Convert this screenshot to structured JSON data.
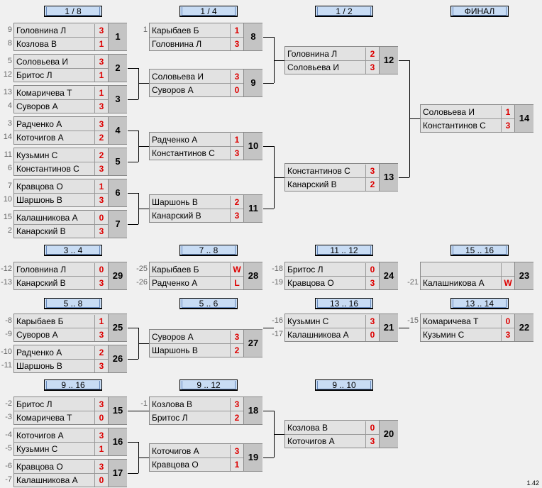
{
  "titles": [
    "1 / 8",
    "1 / 4",
    "1 / 2",
    "ФИНАЛ",
    "3 .. 4",
    "7 .. 8",
    "11 .. 12",
    "15 .. 16",
    "5 .. 8",
    "5 .. 6",
    "13 .. 16",
    "13 .. 14",
    "9 .. 16",
    "9 .. 12",
    "9 .. 10"
  ],
  "matches": [
    {
      "num": "1",
      "p1": "Головнина Л",
      "s1": "3",
      "p2": "Козлова В",
      "s2": "1",
      "seed1": "9",
      "seed2": "8"
    },
    {
      "num": "2",
      "p1": "Соловьева И",
      "s1": "3",
      "p2": "Бритос Л",
      "s2": "1",
      "seed1": "5",
      "seed2": "12"
    },
    {
      "num": "3",
      "p1": "Комаричева Т",
      "s1": "1",
      "p2": "Суворов А",
      "s2": "3",
      "seed1": "13",
      "seed2": "4"
    },
    {
      "num": "4",
      "p1": "Радченко А",
      "s1": "3",
      "p2": "Коточигов А",
      "s2": "2",
      "seed1": "3",
      "seed2": "14"
    },
    {
      "num": "5",
      "p1": "Кузьмин С",
      "s1": "2",
      "p2": "Константинов С",
      "s2": "3",
      "seed1": "11",
      "seed2": "6"
    },
    {
      "num": "6",
      "p1": "Кравцова О",
      "s1": "1",
      "p2": "Шаршонь В",
      "s2": "3",
      "seed1": "7",
      "seed2": "10"
    },
    {
      "num": "7",
      "p1": "Калашникова А",
      "s1": "0",
      "p2": "Канарский В",
      "s2": "3",
      "seed1": "15",
      "seed2": "2"
    },
    {
      "num": "8",
      "p1": "Карыбаев Б",
      "s1": "1",
      "p2": "Головнина Л",
      "s2": "3",
      "seed1": "1",
      "seed2": ""
    },
    {
      "num": "9",
      "p1": "Соловьева И",
      "s1": "3",
      "p2": "Суворов А",
      "s2": "0",
      "seed1": "",
      "seed2": ""
    },
    {
      "num": "10",
      "p1": "Радченко А",
      "s1": "1",
      "p2": "Константинов С",
      "s2": "3",
      "seed1": "",
      "seed2": ""
    },
    {
      "num": "11",
      "p1": "Шаршонь В",
      "s1": "2",
      "p2": "Канарский В",
      "s2": "3",
      "seed1": "",
      "seed2": ""
    },
    {
      "num": "12",
      "p1": "Головнина Л",
      "s1": "2",
      "p2": "Соловьева И",
      "s2": "3",
      "seed1": "",
      "seed2": ""
    },
    {
      "num": "13",
      "p1": "Константинов С",
      "s1": "3",
      "p2": "Канарский В",
      "s2": "2",
      "seed1": "",
      "seed2": ""
    },
    {
      "num": "14",
      "p1": "Соловьева И",
      "s1": "1",
      "p2": "Константинов С",
      "s2": "3",
      "seed1": "",
      "seed2": ""
    },
    {
      "num": "29",
      "p1": "Головнина Л",
      "s1": "0",
      "p2": "Канарский В",
      "s2": "3",
      "seed1": "-12",
      "seed2": "-13"
    },
    {
      "num": "28",
      "p1": "Карыбаев Б",
      "s1": "W",
      "p2": "Радченко А",
      "s2": "L",
      "seed1": "-25",
      "seed2": "-26"
    },
    {
      "num": "24",
      "p1": "Бритос Л",
      "s1": "0",
      "p2": "Кравцова О",
      "s2": "3",
      "seed1": "-18",
      "seed2": "-19"
    },
    {
      "num": "23",
      "p1": "",
      "s1": "",
      "p2": "Калашникова А",
      "s2": "W",
      "seed1": "",
      "seed2": "-21"
    },
    {
      "num": "25",
      "p1": "Карыбаев Б",
      "s1": "1",
      "p2": "Суворов А",
      "s2": "3",
      "seed1": "-8",
      "seed2": "-9"
    },
    {
      "num": "26",
      "p1": "Радченко А",
      "s1": "2",
      "p2": "Шаршонь В",
      "s2": "3",
      "seed1": "-10",
      "seed2": "-11"
    },
    {
      "num": "27",
      "p1": "Суворов А",
      "s1": "3",
      "p2": "Шаршонь В",
      "s2": "2",
      "seed1": "",
      "seed2": ""
    },
    {
      "num": "21",
      "p1": "Кузьмин С",
      "s1": "3",
      "p2": "Калашникова А",
      "s2": "0",
      "seed1": "-16",
      "seed2": "-17"
    },
    {
      "num": "22",
      "p1": "Комаричева Т",
      "s1": "0",
      "p2": "Кузьмин С",
      "s2": "3",
      "seed1": "-15",
      "seed2": ""
    },
    {
      "num": "15",
      "p1": "Бритос Л",
      "s1": "3",
      "p2": "Комаричева Т",
      "s2": "0",
      "seed1": "-2",
      "seed2": "-3"
    },
    {
      "num": "16",
      "p1": "Коточигов А",
      "s1": "3",
      "p2": "Кузьмин С",
      "s2": "1",
      "seed1": "-4",
      "seed2": "-5"
    },
    {
      "num": "17",
      "p1": "Кравцова О",
      "s1": "3",
      "p2": "Калашникова А",
      "s2": "0",
      "seed1": "-6",
      "seed2": "-7"
    },
    {
      "num": "18",
      "p1": "Козлова В",
      "s1": "3",
      "p2": "Бритос Л",
      "s2": "2",
      "seed1": "-1",
      "seed2": ""
    },
    {
      "num": "19",
      "p1": "Коточигов А",
      "s1": "3",
      "p2": "Кравцова О",
      "s2": "1",
      "seed1": "",
      "seed2": ""
    },
    {
      "num": "20",
      "p1": "Козлова В",
      "s1": "0",
      "p2": "Коточигов А",
      "s2": "3",
      "seed1": "",
      "seed2": ""
    }
  ],
  "version": "1.42"
}
